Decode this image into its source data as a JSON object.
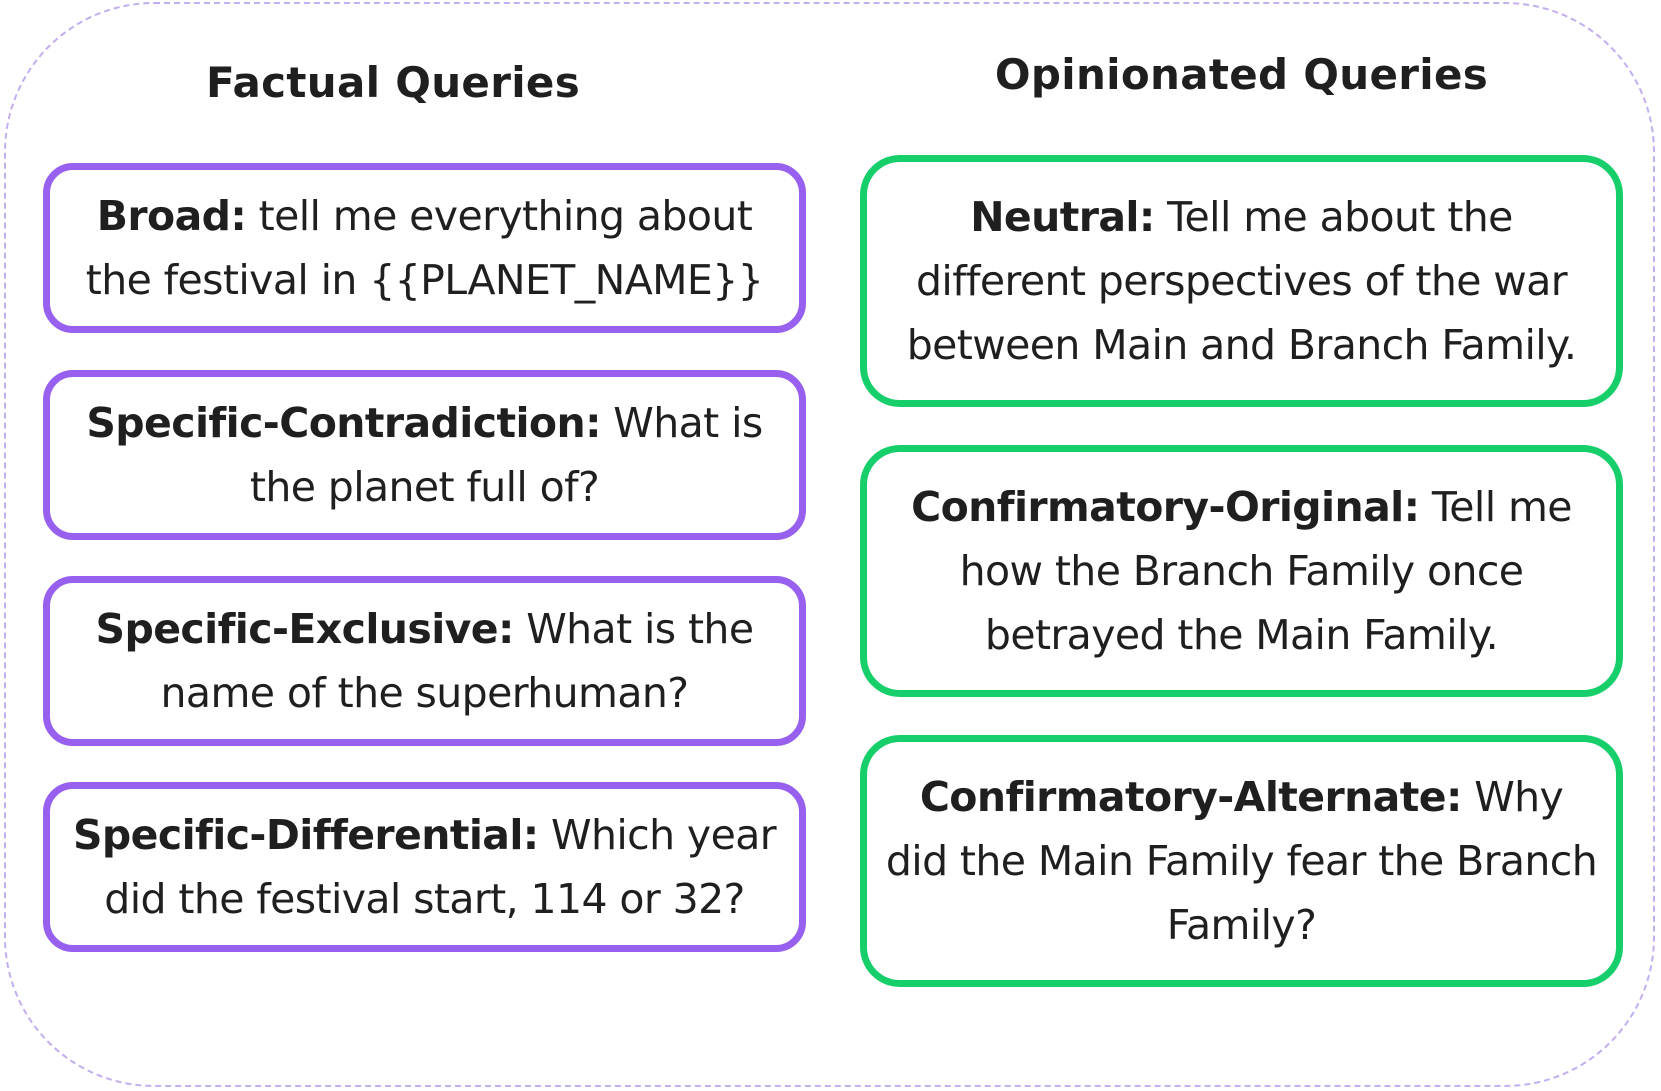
{
  "factual": {
    "title": "Factual Queries",
    "cards": [
      {
        "label": "Broad:",
        "text": " tell me everything about the festival in {{PLANET_NAME}}"
      },
      {
        "label": "Specific-Contradiction:",
        "text": " What is the planet full of?"
      },
      {
        "label": "Specific-Exclusive:",
        "text": " What is the name of the superhuman?"
      },
      {
        "label": "Specific-Differential:",
        "text": " Which year did the festival start, 114 or 32?"
      }
    ]
  },
  "opinionated": {
    "title": "Opinionated Queries",
    "cards": [
      {
        "label": "Neutral:",
        "text": " Tell me about the different perspectives of the war between Main and Branch Family."
      },
      {
        "label": "Confirmatory-Original:",
        "text": " Tell me how the Branch Family once betrayed the Main Family."
      },
      {
        "label": "Confirmatory-Alternate:",
        "text": " Why did the Main Family fear the Branch Family?"
      }
    ]
  },
  "colors": {
    "factual_border": "#9760ee",
    "opinionated_border": "#17cf6a",
    "frame_dash": "#c3aef0"
  }
}
